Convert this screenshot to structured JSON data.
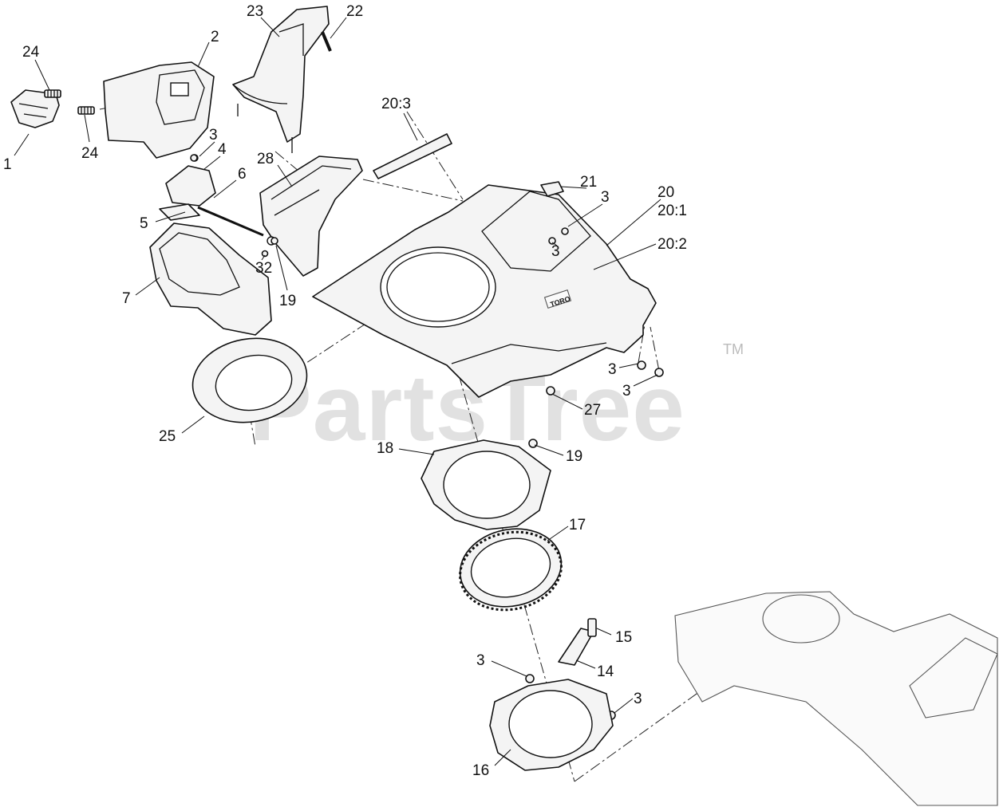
{
  "watermark": {
    "brand": "PartsTree",
    "trademark": "TM"
  },
  "nameplate": "TORO",
  "callouts": [
    {
      "id": "c24a",
      "text": "24"
    },
    {
      "id": "c2",
      "text": "2"
    },
    {
      "id": "c23",
      "text": "23"
    },
    {
      "id": "c22",
      "text": "22"
    },
    {
      "id": "c1",
      "text": "1"
    },
    {
      "id": "c24b",
      "text": "24"
    },
    {
      "id": "c3a",
      "text": "3"
    },
    {
      "id": "c4",
      "text": "4"
    },
    {
      "id": "c20_3",
      "text": "20:3"
    },
    {
      "id": "c28",
      "text": "28"
    },
    {
      "id": "c6",
      "text": "6"
    },
    {
      "id": "c21",
      "text": "21"
    },
    {
      "id": "c3b",
      "text": "3"
    },
    {
      "id": "c20",
      "text": "20"
    },
    {
      "id": "c20_1",
      "text": "20:1"
    },
    {
      "id": "c5",
      "text": "5"
    },
    {
      "id": "c3c",
      "text": "3"
    },
    {
      "id": "c20_2",
      "text": "20:2"
    },
    {
      "id": "c32",
      "text": "32"
    },
    {
      "id": "c7",
      "text": "7"
    },
    {
      "id": "c19a",
      "text": "19"
    },
    {
      "id": "c3d",
      "text": "3"
    },
    {
      "id": "c3e",
      "text": "3"
    },
    {
      "id": "c27",
      "text": "27"
    },
    {
      "id": "c25",
      "text": "25"
    },
    {
      "id": "c18",
      "text": "18"
    },
    {
      "id": "c19b",
      "text": "19"
    },
    {
      "id": "c17",
      "text": "17"
    },
    {
      "id": "c15",
      "text": "15"
    },
    {
      "id": "c3f",
      "text": "3"
    },
    {
      "id": "c14",
      "text": "14"
    },
    {
      "id": "c3g",
      "text": "3"
    },
    {
      "id": "c16",
      "text": "16"
    }
  ]
}
